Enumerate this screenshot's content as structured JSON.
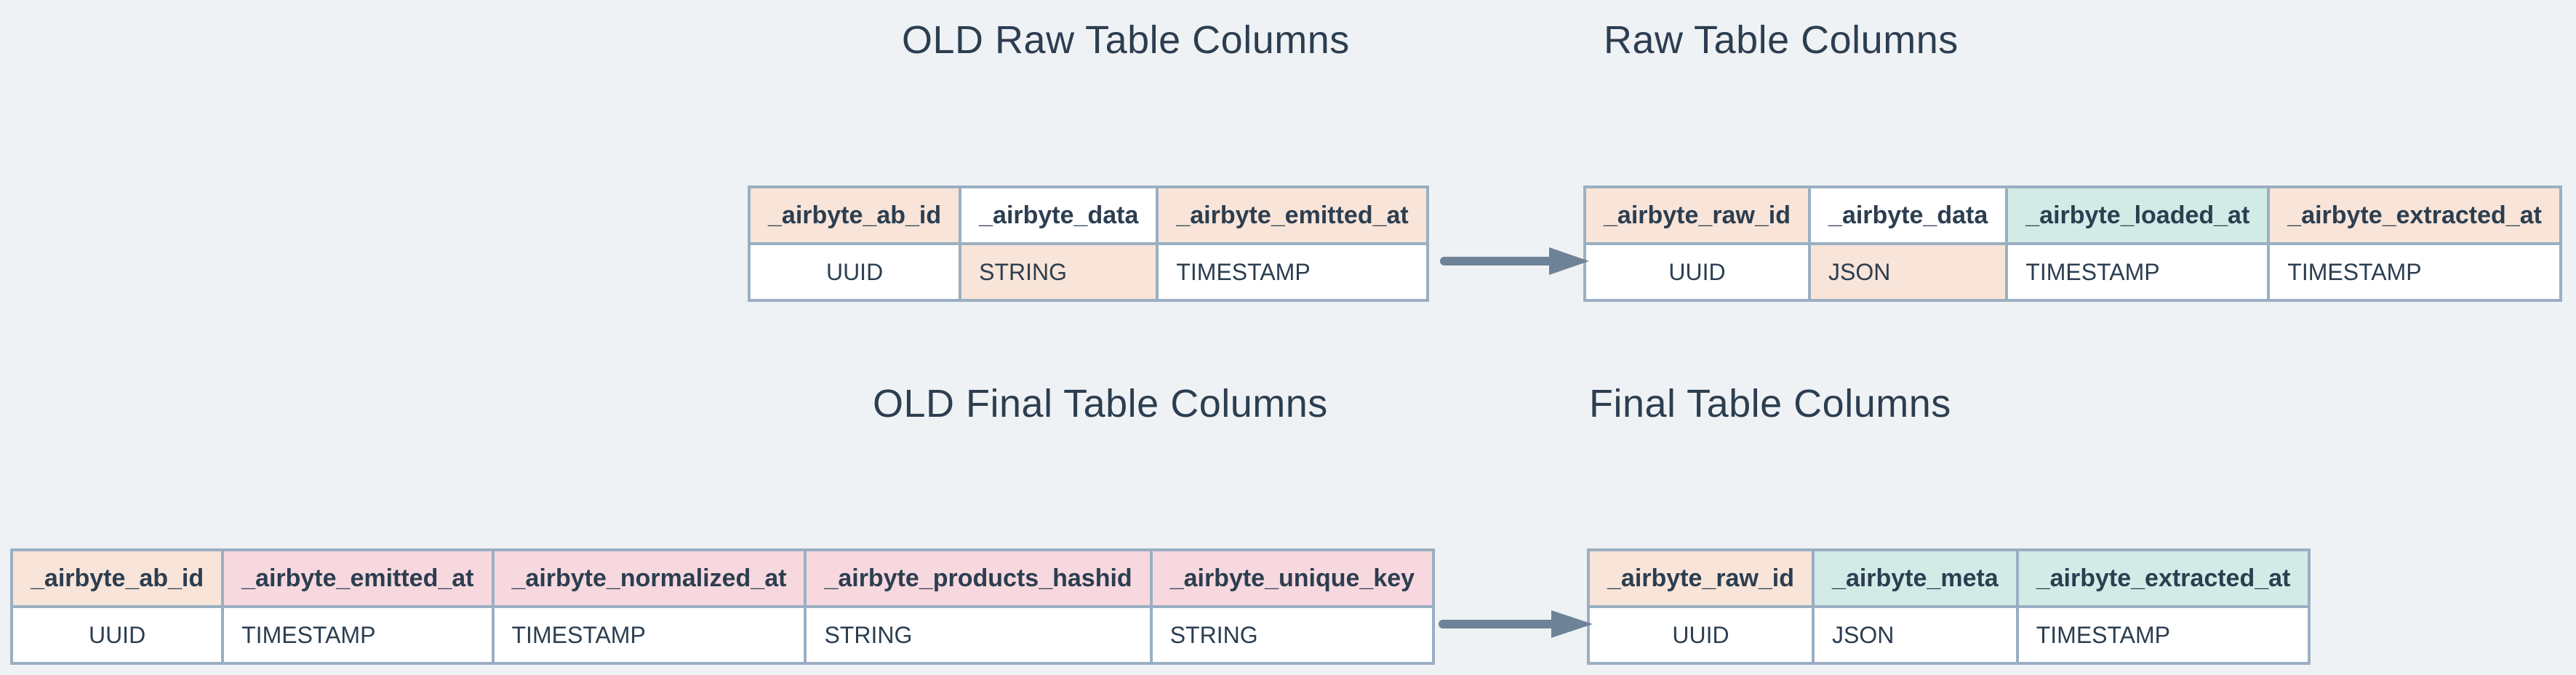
{
  "background_color": "#eff2f5",
  "palette": {
    "text": "#2c3e50",
    "border": "#9aafc2",
    "peach": "#f8e4d8",
    "pink": "#f6d8de",
    "teal": "#d2ebe7",
    "white": "#ffffff",
    "arrow": "#6e8298"
  },
  "sections": {
    "old_raw": {
      "title": "OLD Raw Table Columns",
      "table": {
        "headers": [
          {
            "label": "_airbyte_ab_id",
            "fill": "peach"
          },
          {
            "label": "_airbyte_data",
            "fill": "white"
          },
          {
            "label": "_airbyte_emitted_at",
            "fill": "peach"
          }
        ],
        "types": [
          {
            "label": "UUID",
            "fill": "white"
          },
          {
            "label": "STRING",
            "fill": "peach"
          },
          {
            "label": "TIMESTAMP",
            "fill": "white"
          }
        ]
      }
    },
    "new_raw": {
      "title": "Raw Table Columns",
      "table": {
        "headers": [
          {
            "label": "_airbyte_raw_id",
            "fill": "peach"
          },
          {
            "label": "_airbyte_data",
            "fill": "white"
          },
          {
            "label": "_airbyte_loaded_at",
            "fill": "teal"
          },
          {
            "label": "_airbyte_extracted_at",
            "fill": "peach"
          }
        ],
        "types": [
          {
            "label": "UUID",
            "fill": "white"
          },
          {
            "label": "JSON",
            "fill": "peach"
          },
          {
            "label": "TIMESTAMP",
            "fill": "white"
          },
          {
            "label": "TIMESTAMP",
            "fill": "white"
          }
        ]
      }
    },
    "old_final": {
      "title": "OLD Final Table Columns",
      "table": {
        "headers": [
          {
            "label": "_airbyte_ab_id",
            "fill": "peach"
          },
          {
            "label": "_airbyte_emitted_at",
            "fill": "pink"
          },
          {
            "label": "_airbyte_normalized_at",
            "fill": "pink"
          },
          {
            "label": "_airbyte_products_hashid",
            "fill": "pink"
          },
          {
            "label": "_airbyte_unique_key",
            "fill": "pink"
          }
        ],
        "types": [
          {
            "label": "UUID",
            "fill": "white"
          },
          {
            "label": "TIMESTAMP",
            "fill": "white"
          },
          {
            "label": "TIMESTAMP",
            "fill": "white"
          },
          {
            "label": "STRING",
            "fill": "white"
          },
          {
            "label": "STRING",
            "fill": "white"
          }
        ]
      }
    },
    "new_final": {
      "title": "Final Table Columns",
      "table": {
        "headers": [
          {
            "label": "_airbyte_raw_id",
            "fill": "peach"
          },
          {
            "label": "_airbyte_meta",
            "fill": "teal"
          },
          {
            "label": "_airbyte_extracted_at",
            "fill": "teal"
          }
        ],
        "types": [
          {
            "label": "UUID",
            "fill": "white"
          },
          {
            "label": "JSON",
            "fill": "white"
          },
          {
            "label": "TIMESTAMP",
            "fill": "white"
          }
        ]
      }
    }
  },
  "arrows": [
    {
      "name": "arrow-old-raw-to-new-raw",
      "direction": "right"
    },
    {
      "name": "arrow-old-final-to-new-final",
      "direction": "right"
    }
  ]
}
